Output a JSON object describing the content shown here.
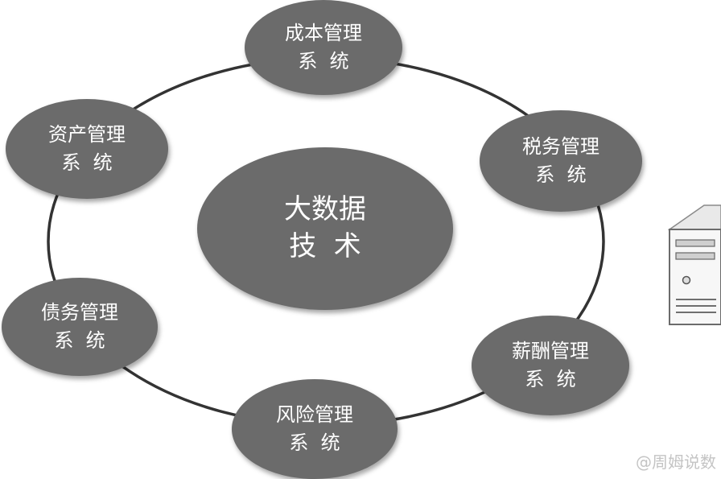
{
  "center": {
    "line1": "大数据",
    "line2": "技  术"
  },
  "modules": [
    {
      "id": "cost",
      "line1": "成本管理",
      "line2": "系  统"
    },
    {
      "id": "tax",
      "line1": "税务管理",
      "line2": "系  统"
    },
    {
      "id": "salary",
      "line1": "薪酬管理",
      "line2": "系  统"
    },
    {
      "id": "risk",
      "line1": "风险管理",
      "line2": "系  统"
    },
    {
      "id": "debt",
      "line1": "债务管理",
      "line2": "系  统"
    },
    {
      "id": "asset",
      "line1": "资产管理",
      "line2": "系  统"
    }
  ],
  "watermark": "@周姆说数",
  "icons": {
    "server": "server-tower-icon"
  },
  "colors": {
    "node_fill": "#6b6b6b",
    "ring": "#333333",
    "text": "#ffffff"
  }
}
